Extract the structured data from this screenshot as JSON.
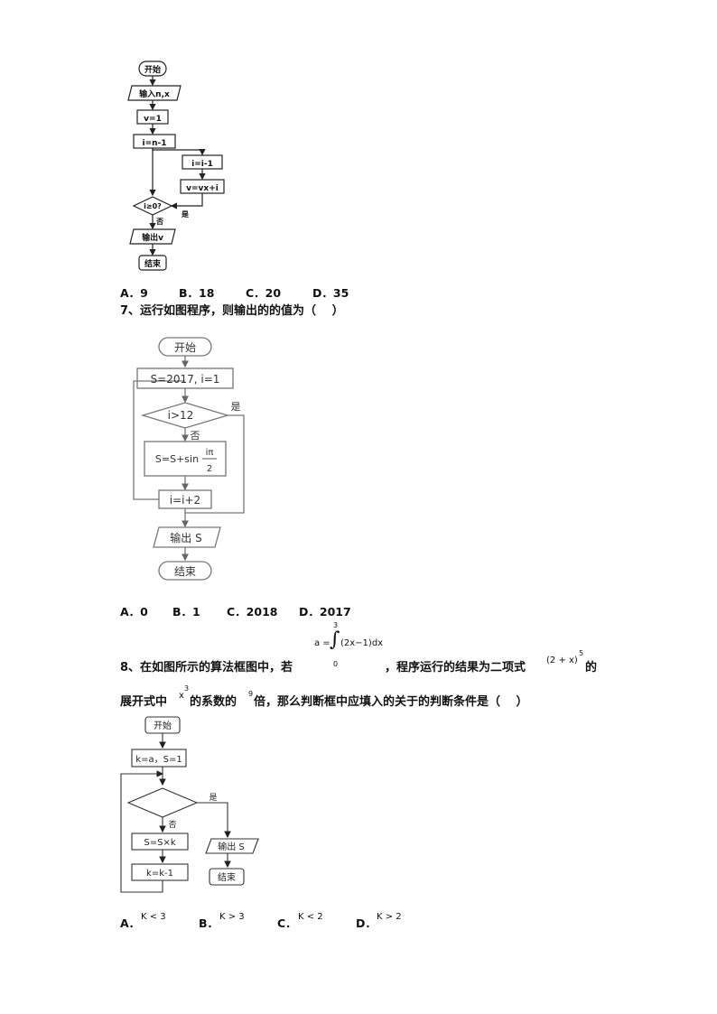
{
  "flow1": {
    "start": "开始",
    "input": "输入n,x",
    "init_v": "v=1",
    "init_i": "i=n-1",
    "step_i": "i=i-1",
    "step_v": "v=vx+i",
    "cond": "i≥0?",
    "yes": "是",
    "no": "否",
    "output": "输出v",
    "end": "结束"
  },
  "q6_options": [
    "A．9",
    "B．18",
    "C．20",
    "D．35"
  ],
  "q7": {
    "text": "7、运行如图程序，则输出的的值为（　 ）",
    "flow": {
      "start": "开始",
      "init": "S=2017, i=1",
      "cond": "i>12",
      "yes": "是",
      "no": "否",
      "body": "S=S+sin",
      "frac_num": "iπ",
      "frac_den": "2",
      "inc": "i=i+2",
      "output": "输出 S",
      "end": "结束"
    },
    "options": [
      "A．0",
      "B．1",
      "C．2018",
      "D．2017"
    ]
  },
  "q8": {
    "integral_upper": "3",
    "integral_lower": "0",
    "integral_expr": "a =",
    "integrand": "(2x−1)dx",
    "line1_a": "8、在如图所示的算法框图中，若",
    "line1_b": "，程序运行的结果为二项式",
    "binomial": "(2 + x)",
    "binomial_exp": "5",
    "line1_c": "的",
    "line2_a": "展开式中",
    "x3_base": "x",
    "x3_exp": "3",
    "line2_b": "的系数的",
    "nine": "9",
    "line2_c": "倍，那么判断框中应填入的关于的判断条件是（　 ）",
    "flow": {
      "start": "开始",
      "init": "k=a，S=1",
      "yes": "是",
      "no": "否",
      "mult": "S=S×k",
      "dec": "k=k-1",
      "output": "输出 S",
      "end": "结束"
    },
    "options": [
      {
        "letter": "A．",
        "cond": "K < 3"
      },
      {
        "letter": "B．",
        "cond": "K > 3"
      },
      {
        "letter": "C．",
        "cond": "K < 2"
      },
      {
        "letter": "D．",
        "cond": "K > 2"
      }
    ]
  }
}
